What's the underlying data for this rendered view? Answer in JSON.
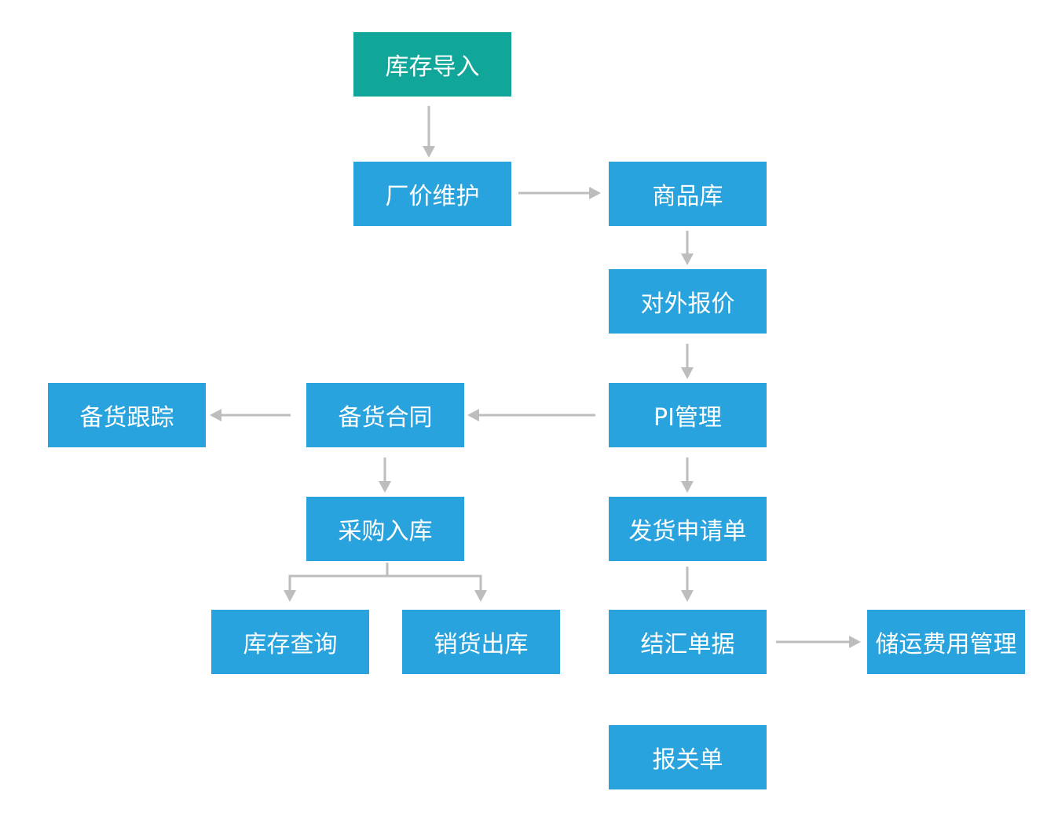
{
  "nodes": {
    "inventory_import": "库存导入",
    "factory_price": "厂价维护",
    "product_library": "商品库",
    "external_quote": "对外报价",
    "pi_management": "PI管理",
    "stock_contract": "备货合同",
    "stock_tracking": "备货跟踪",
    "purchase_inbound": "采购入库",
    "inventory_query": "库存查询",
    "sales_outbound": "销货出库",
    "shipping_request": "发货申请单",
    "settlement_docs": "结汇单据",
    "storage_fee_mgmt": "储运费用管理",
    "customs_declaration": "报关单"
  },
  "colors": {
    "node": "#29a3de",
    "start_node": "#11a69a",
    "connector": "#bdbdbd",
    "text": "#ffffff"
  }
}
